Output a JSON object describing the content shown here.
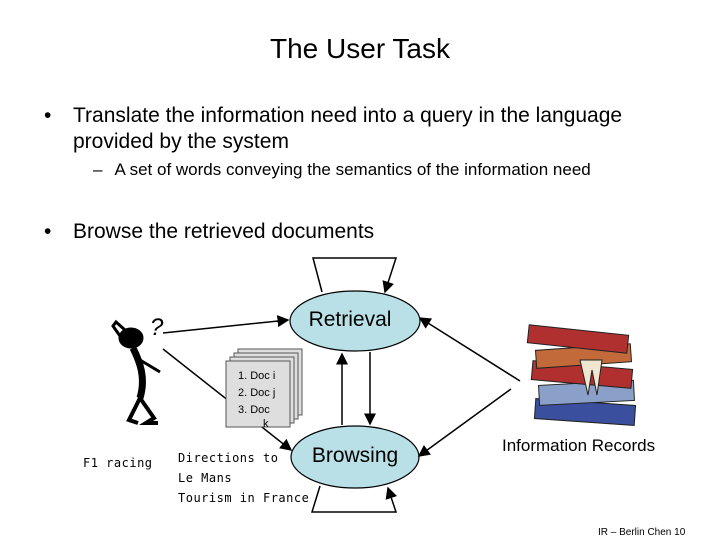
{
  "slide": {
    "title": "The User Task",
    "bullets": [
      "Translate the information need into a query in the language provided by the system",
      "Browse the retrieved documents"
    ],
    "sub_bullet": "A set of words conveying the semantics of the information need",
    "bullet_glyph": "•",
    "dash_glyph": "–"
  },
  "diagram": {
    "retrieval": "Retrieval",
    "browsing": "Browsing",
    "information_records": "Information Records",
    "question_mark": "?",
    "docs": [
      "1. Doc i",
      "2. Doc j",
      "3. Doc",
      "k"
    ],
    "browse_items": [
      "F1 racing",
      "Directions to",
      "Le Mans",
      "Tourism in France"
    ],
    "colors": {
      "ellipse_fill": "#b9e0e6",
      "doc_fill": "#dedede",
      "book_red": "#b03030",
      "book_blue": "#3a4f9e"
    }
  },
  "footer": "IR – Berlin Chen 10"
}
